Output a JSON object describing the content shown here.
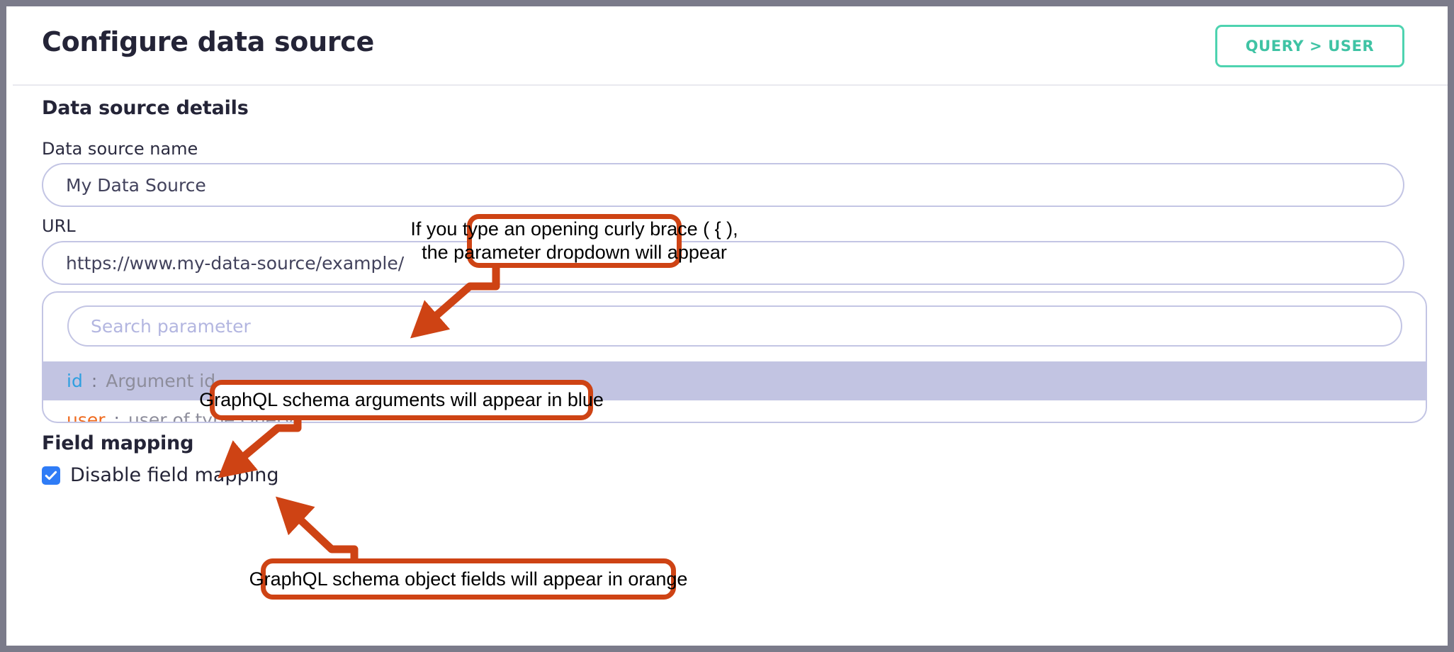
{
  "header": {
    "title": "Configure data source",
    "breadcrumb_button": "QUERY > USER"
  },
  "main": {
    "data_source_details_heading": "Data source details",
    "data_source_name": {
      "label": "Data source name",
      "value": "My Data Source"
    },
    "url": {
      "label": "URL",
      "value": "https://www.my-data-source/example/"
    },
    "parameter_dropdown": {
      "search_placeholder": "Search parameter",
      "options": [
        {
          "key": "id",
          "separator": ":",
          "description": "Argument id",
          "key_color": "#2f9fe0",
          "highlighted": true
        },
        {
          "key": "user",
          "separator": ":",
          "description": "user of type Query",
          "key_color": "#ef6a1e",
          "highlighted": false
        }
      ]
    },
    "field_mapping": {
      "heading": "Field mapping",
      "disable_checkbox_label": "Disable field mapping",
      "disable_checkbox_checked": true
    }
  },
  "annotations": [
    {
      "id": "curly-brace",
      "line1": "If you type an opening curly brace ( { ),",
      "line2": "the parameter dropdown will appear"
    },
    {
      "id": "arguments",
      "line1": "GraphQL schema arguments will appear in blue",
      "line2": ""
    },
    {
      "id": "object-fields",
      "line1": "GraphQL schema object fields will appear in orange",
      "line2": ""
    }
  ],
  "colors": {
    "annotation_orange": "#ce4314",
    "accent_teal": "#4ed3b0",
    "input_border_lavender": "#c3c5e4",
    "highlight_row": "#c2c4e2",
    "checkbox_blue": "#2f7cf6",
    "title_navy": "#242437",
    "argument_blue": "#2f9fe0",
    "object_field_orange": "#ef6a1e",
    "frame_gray": "#7b7b8a"
  }
}
